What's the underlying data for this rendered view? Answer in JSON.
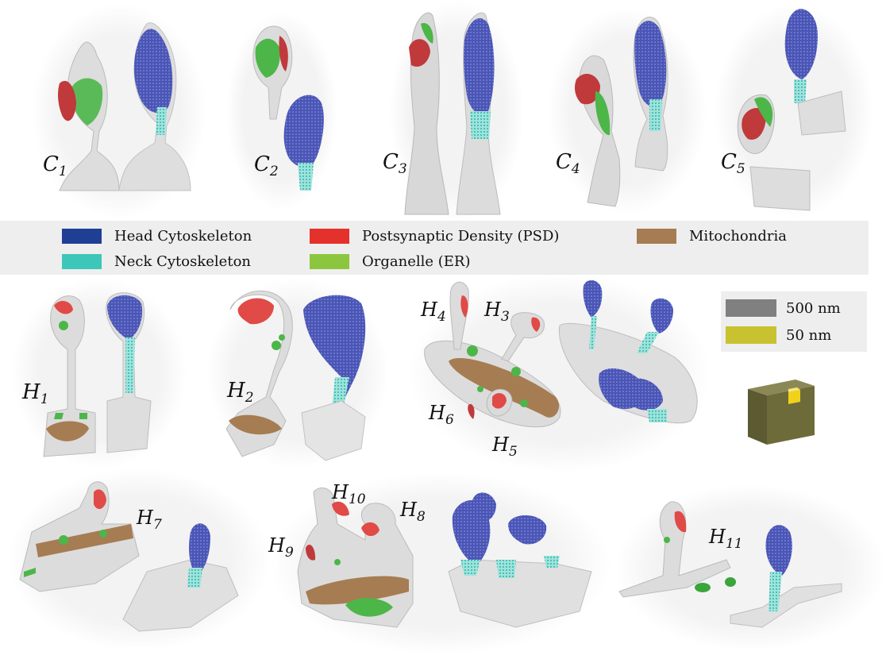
{
  "labels": {
    "c1": "C",
    "c1_sub": "1",
    "c2": "C",
    "c2_sub": "2",
    "c3": "C",
    "c3_sub": "3",
    "c4": "C",
    "c4_sub": "4",
    "c5": "C",
    "c5_sub": "5",
    "h1": "H",
    "h1_sub": "1",
    "h2": "H",
    "h2_sub": "2",
    "h3": "H",
    "h3_sub": "3",
    "h4": "H",
    "h4_sub": "4",
    "h5": "H",
    "h5_sub": "5",
    "h6": "H",
    "h6_sub": "6",
    "h7": "H",
    "h7_sub": "7",
    "h8": "H",
    "h8_sub": "8",
    "h9": "H",
    "h9_sub": "9",
    "h10": "H",
    "h10_sub": "10",
    "h11": "H",
    "h11_sub": "11"
  },
  "legend": {
    "head": "Head Cytoskeleton",
    "neck": "Neck Cytoskeleton",
    "psd": "Postsynaptic Density (PSD)",
    "er": "Organelle (ER)",
    "mito": "Mitochondria"
  },
  "scale": {
    "big": "500 nm",
    "small": "50 nm"
  },
  "colors": {
    "head": "#1f3f95",
    "neck": "#3cc7b9",
    "psd": "#e5312b",
    "er": "#8cc63e",
    "mito": "#a67c52",
    "membrane": "#e4e4e4",
    "cube": "#6e6b3a",
    "cube_small": "#f0d21a",
    "scale_big": "#808080",
    "scale_small": "#c8c230"
  }
}
